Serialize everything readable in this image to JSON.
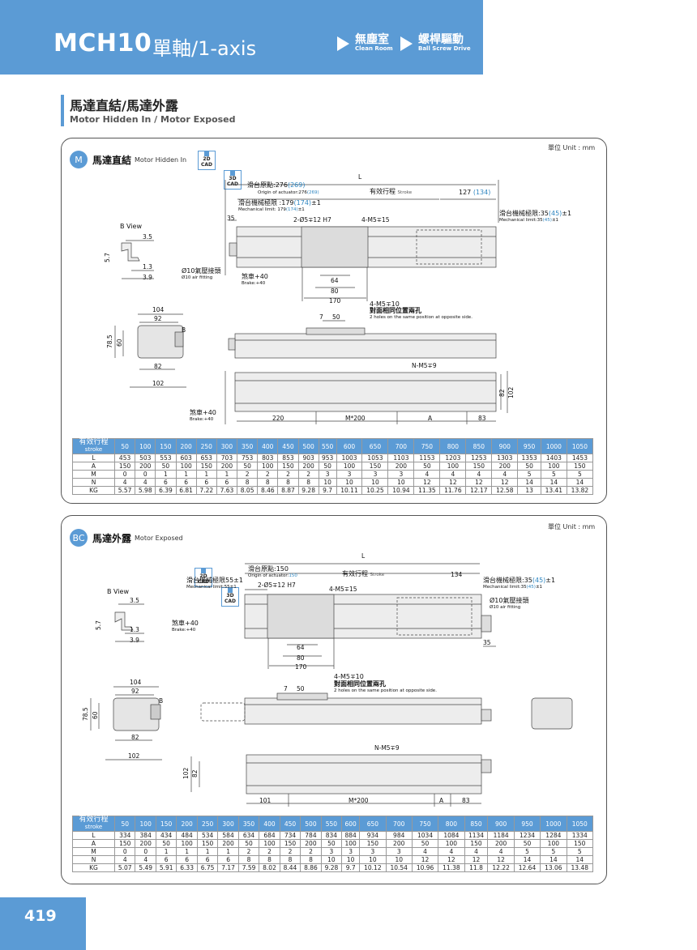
{
  "header": {
    "model": "MCH10",
    "title": "單軸/1-axis",
    "tags": [
      {
        "cn": "無塵室",
        "en": "Clean Room"
      },
      {
        "cn": "螺桿驅動",
        "en": "Ball Screw Drive"
      }
    ]
  },
  "section": {
    "title_cn": "馬達直結/馬達外露",
    "title_en": "Motor Hidden In / Motor Exposed"
  },
  "page_number": "419",
  "panels": [
    {
      "badge": "M",
      "title_cn": "馬達直結",
      "title_en": "Motor Hidden In",
      "unit": "單位 Unit : mm",
      "cad": [
        "2D CAD",
        "3D CAD"
      ],
      "labels": {
        "L": "L",
        "origin_cn": "滑台原點:276",
        "origin_val": "(269)",
        "origin_en": "Origin of actuator:276",
        "origin_en_val": "(269)",
        "stroke_cn": "有效行程",
        "stroke_en": "Stroke",
        "right_dim": "127",
        "right_dim_val": "(134)",
        "mech_left_cn": "滑台機械極限 :179",
        "mech_left_val": "(174)",
        "mech_left_tol": "±1",
        "mech_left_en": "Mechanical limit: 179",
        "mech_left_en_val": "(174)",
        "mech_left_en_tol": "±1",
        "mech_right_cn": "滑台機械極限:35",
        "mech_right_val": "(45)",
        "mech_right_tol": "±1",
        "mech_right_en": "Mechanical limit:35",
        "mech_right_en_val": "(45)",
        "mech_right_en_tol": "±1",
        "pin": "2-Ø5∓12 H7",
        "tap1": "4-M5∓15",
        "d35": "35",
        "bview": "B View",
        "d35b": "3.5",
        "d57": "5.7",
        "d13": "1.3",
        "d39": "3.9",
        "air_cn": "Ø10氣壓接頭",
        "air_en": "Ø10 air fitting",
        "brake_cn": "煞車+40",
        "brake_en": "Brake:+40",
        "d64": "64",
        "d80": "80",
        "d170": "170",
        "d104": "104",
        "d92": "92",
        "d785": "78.5",
        "d60": "60",
        "d82": "82",
        "d102": "102",
        "b": "B",
        "tap2": "4-M5∓10",
        "tap2_cn": "對面相同位置兩孔",
        "tap2_en": "2 holes on the same position at opposite side.",
        "d7": "7",
        "d50": "50",
        "nm5": "N-M5∓9",
        "d82r": "82",
        "d102r": "102",
        "brake2_cn": "煞車+40",
        "brake2_en": "Brake:+40",
        "d220": "220",
        "m200": "M*200",
        "A": "A",
        "d83": "83"
      },
      "table": {
        "header": "有效行程",
        "header_en": "stroke",
        "strokes": [
          "50",
          "100",
          "150",
          "200",
          "250",
          "300",
          "350",
          "400",
          "450",
          "500",
          "550",
          "600",
          "650",
          "700",
          "750",
          "800",
          "850",
          "900",
          "950",
          "1000",
          "1050"
        ],
        "rows": [
          {
            "label": "L",
            "values": [
              "453",
              "503",
              "553",
              "603",
              "653",
              "703",
              "753",
              "803",
              "853",
              "903",
              "953",
              "1003",
              "1053",
              "1103",
              "1153",
              "1203",
              "1253",
              "1303",
              "1353",
              "1403",
              "1453"
            ]
          },
          {
            "label": "A",
            "values": [
              "150",
              "200",
              "50",
              "100",
              "150",
              "200",
              "50",
              "100",
              "150",
              "200",
              "50",
              "100",
              "150",
              "200",
              "50",
              "100",
              "150",
              "200",
              "50",
              "100",
              "150"
            ]
          },
          {
            "label": "M",
            "values": [
              "0",
              "0",
              "1",
              "1",
              "1",
              "1",
              "2",
              "2",
              "2",
              "2",
              "3",
              "3",
              "3",
              "3",
              "4",
              "4",
              "4",
              "4",
              "5",
              "5",
              "5"
            ]
          },
          {
            "label": "N",
            "values": [
              "4",
              "4",
              "6",
              "6",
              "6",
              "6",
              "8",
              "8",
              "8",
              "8",
              "10",
              "10",
              "10",
              "10",
              "12",
              "12",
              "12",
              "12",
              "14",
              "14",
              "14"
            ]
          },
          {
            "label": "KG",
            "values": [
              "5.57",
              "5.98",
              "6.39",
              "6.81",
              "7.22",
              "7.63",
              "8.05",
              "8.46",
              "8.87",
              "9.28",
              "9.7",
              "10.11",
              "10.25",
              "10.94",
              "11.35",
              "11.76",
              "12.17",
              "12.58",
              "13",
              "13.41",
              "13.82"
            ]
          }
        ]
      }
    },
    {
      "badge": "BC",
      "title_cn": "馬達外露",
      "title_en": "Motor Exposed",
      "unit": "單位 Unit : mm",
      "cad": [
        "2D CAD",
        "3D CAD"
      ],
      "labels": {
        "L": "L",
        "origin_cn": "滑台原點:150",
        "origin_en": "Origin of actuator:",
        "origin_en_val": "150",
        "stroke_cn": "有效行程",
        "stroke_en": "Stroke",
        "right_dim": "134",
        "mech_left_cn": "滑台機械極限55±1",
        "mech_left_en": "Mechanical limit:55±1",
        "mech_right_cn": "滑台機械極限:35",
        "mech_right_val": "(45)",
        "mech_right_tol": "±1",
        "mech_right_en": "Mechanical limit:35",
        "mech_right_en_val": "(45)",
        "mech_right_en_tol": "±1",
        "pin": "2-Ø5∓12 H7",
        "tap1": "4-M5∓15",
        "bview": "B View",
        "d35b": "3.5",
        "d57": "5.7",
        "d13": "1.3",
        "d39": "3.9",
        "air_cn": "Ø10氣壓接頭",
        "air_en": "Ø10 air fitting",
        "brake_cn": "煞車+40",
        "brake_en": "Brake:+40",
        "d35": "35",
        "d64": "64",
        "d80": "80",
        "d170": "170",
        "d104": "104",
        "d92": "92",
        "d785": "78.5",
        "d60": "60",
        "d82": "82",
        "d102": "102",
        "b": "B",
        "tap2": "4-M5∓10",
        "tap2_cn": "對面相同位置兩孔",
        "tap2_en": "2 holes on the same position at opposite side.",
        "d7": "7",
        "d50": "50",
        "nm5": "N-M5∓9",
        "d102l": "102",
        "d82l": "82",
        "d101": "101",
        "m200": "M*200",
        "A": "A",
        "d83": "83"
      },
      "table": {
        "header": "有效行程",
        "header_en": "stroke",
        "strokes": [
          "50",
          "100",
          "150",
          "200",
          "250",
          "300",
          "350",
          "400",
          "450",
          "500",
          "550",
          "600",
          "650",
          "700",
          "750",
          "800",
          "850",
          "900",
          "950",
          "1000",
          "1050"
        ],
        "rows": [
          {
            "label": "L",
            "values": [
              "334",
              "384",
              "434",
              "484",
              "534",
              "584",
              "634",
              "684",
              "734",
              "784",
              "834",
              "884",
              "934",
              "984",
              "1034",
              "1084",
              "1134",
              "1184",
              "1234",
              "1284",
              "1334"
            ]
          },
          {
            "label": "A",
            "values": [
              "150",
              "200",
              "50",
              "100",
              "150",
              "200",
              "50",
              "100",
              "150",
              "200",
              "50",
              "100",
              "150",
              "200",
              "50",
              "100",
              "150",
              "200",
              "50",
              "100",
              "150"
            ]
          },
          {
            "label": "M",
            "values": [
              "0",
              "0",
              "1",
              "1",
              "1",
              "1",
              "2",
              "2",
              "2",
              "2",
              "3",
              "3",
              "3",
              "3",
              "4",
              "4",
              "4",
              "4",
              "5",
              "5",
              "5"
            ]
          },
          {
            "label": "N",
            "values": [
              "4",
              "4",
              "6",
              "6",
              "6",
              "6",
              "8",
              "8",
              "8",
              "8",
              "10",
              "10",
              "10",
              "10",
              "12",
              "12",
              "12",
              "12",
              "14",
              "14",
              "14"
            ]
          },
          {
            "label": "KG",
            "values": [
              "5.07",
              "5.49",
              "5.91",
              "6.33",
              "6.75",
              "7.17",
              "7.59",
              "8.02",
              "8.44",
              "8.86",
              "9.28",
              "9.7",
              "10.12",
              "10.54",
              "10.96",
              "11.38",
              "11.8",
              "12.22",
              "12.64",
              "13.06",
              "13.48"
            ]
          }
        ]
      }
    }
  ]
}
